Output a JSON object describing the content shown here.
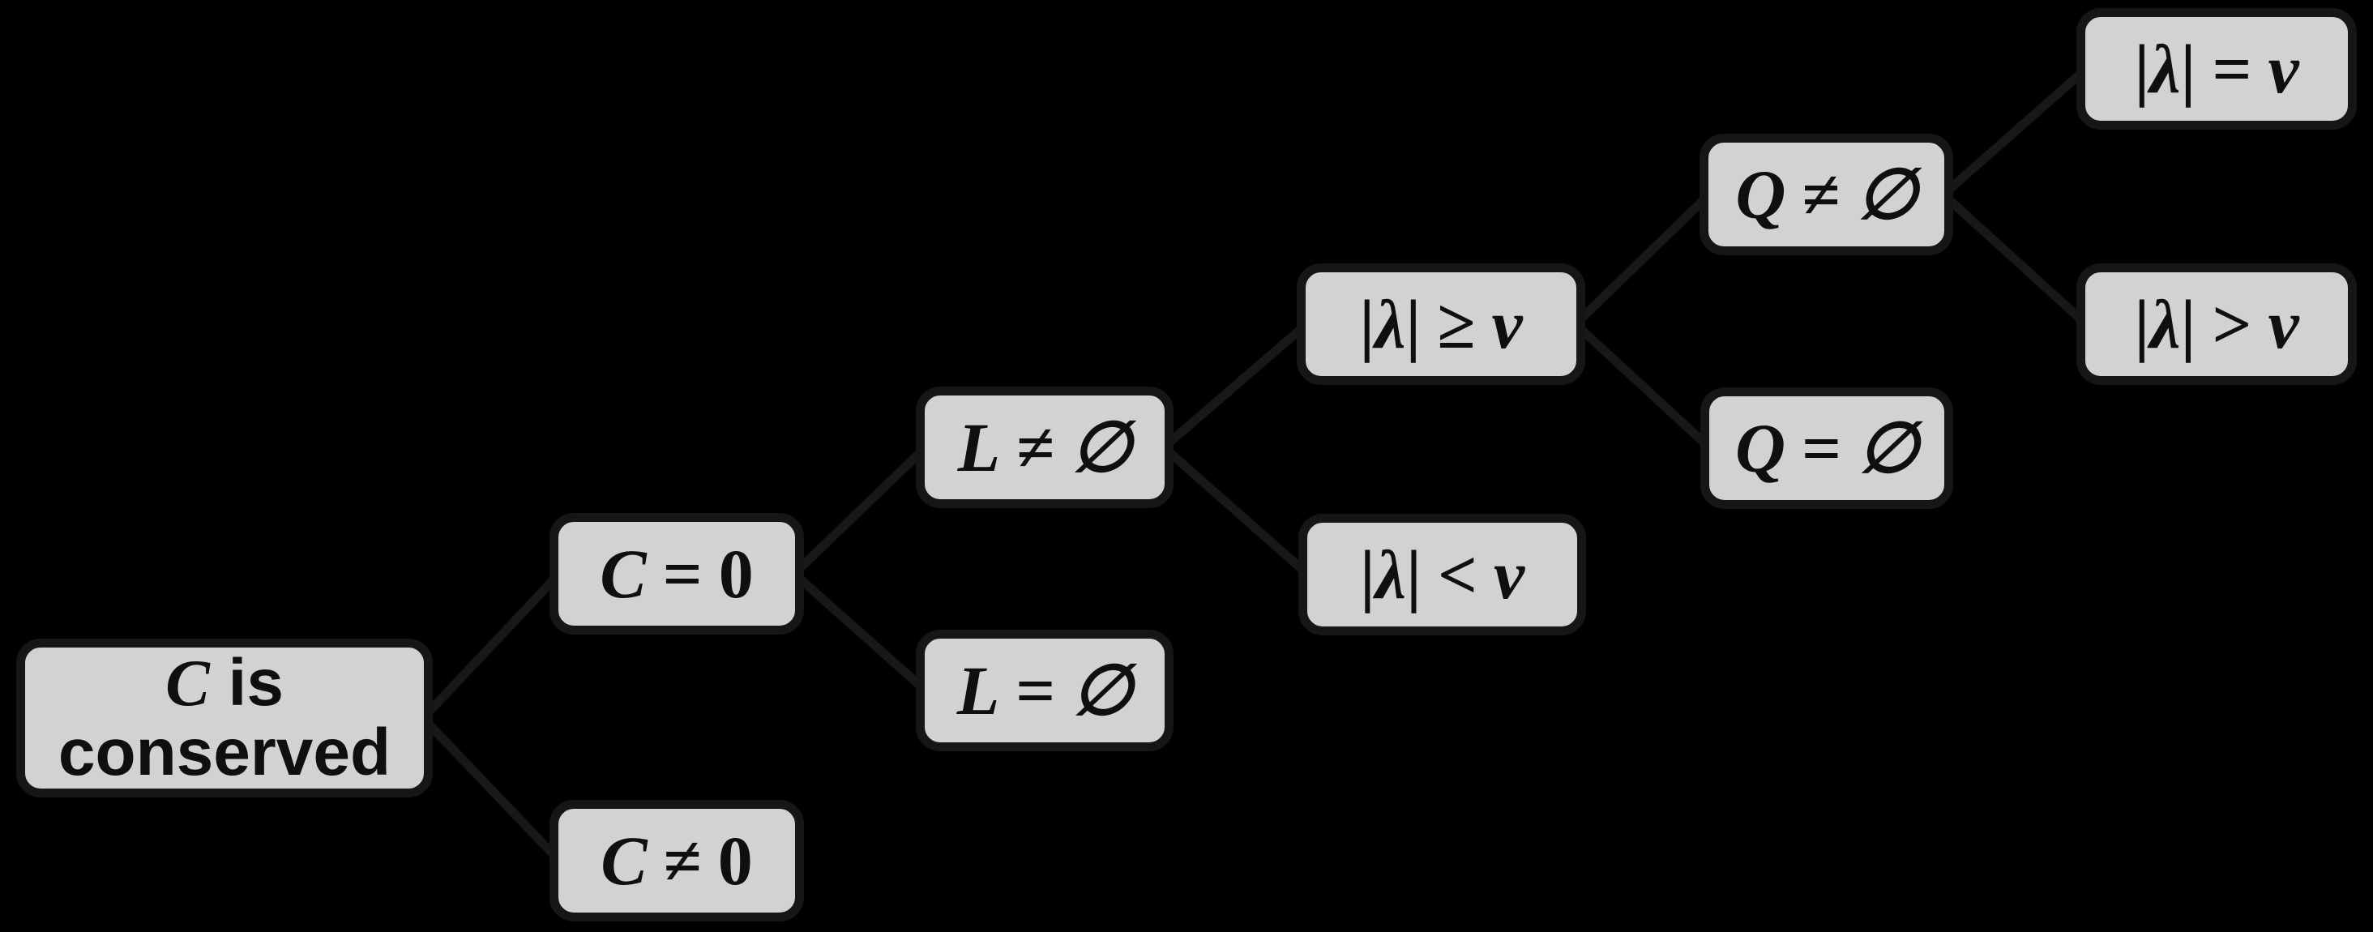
{
  "diagram": {
    "type": "binary-decision-tree",
    "orientation": "left-to-right"
  },
  "colors": {
    "background": "#000000",
    "node_fill": "#d3d1d1",
    "node_border": "#161616",
    "edge_line": "#181818",
    "text": "#0f0f0f"
  },
  "nodes": {
    "c_conserved": {
      "var": "C",
      "rest": " is",
      "line2": "conserved"
    },
    "c_eq_0": {
      "lhs": "C",
      "op": "=",
      "rhs": "0"
    },
    "c_neq_0": {
      "lhs": "C",
      "op": "≠",
      "rhs": "0"
    },
    "l_neq_empty": {
      "lhs": "L",
      "op": "≠",
      "rhs": "∅"
    },
    "l_eq_empty": {
      "lhs": "L",
      "op": "=",
      "rhs": "∅"
    },
    "lam_geq_nu": {
      "bar1": "|",
      "lam": "λ",
      "bar2": "|",
      "op": "≥",
      "rhs": "ν"
    },
    "lam_lt_nu": {
      "bar1": "|",
      "lam": "λ",
      "bar2": "|",
      "op": "<",
      "rhs": "ν"
    },
    "q_neq_empty": {
      "lhs": "Q",
      "op": "≠",
      "rhs": "∅"
    },
    "q_eq_empty": {
      "lhs": "Q",
      "op": "=",
      "rhs": "∅"
    },
    "lam_eq_nu": {
      "bar1": "|",
      "lam": "λ",
      "bar2": "|",
      "op": "=",
      "rhs": "ν"
    },
    "lam_gt_nu": {
      "bar1": "|",
      "lam": "λ",
      "bar2": "|",
      "op": ">",
      "rhs": "ν"
    }
  },
  "edges": [
    {
      "from": "c_conserved",
      "to": "c_eq_0"
    },
    {
      "from": "c_conserved",
      "to": "c_neq_0"
    },
    {
      "from": "c_eq_0",
      "to": "l_neq_empty"
    },
    {
      "from": "c_eq_0",
      "to": "l_eq_empty"
    },
    {
      "from": "l_neq_empty",
      "to": "lam_geq_nu"
    },
    {
      "from": "l_neq_empty",
      "to": "lam_lt_nu"
    },
    {
      "from": "lam_geq_nu",
      "to": "q_neq_empty"
    },
    {
      "from": "lam_geq_nu",
      "to": "q_eq_empty"
    },
    {
      "from": "q_neq_empty",
      "to": "lam_eq_nu"
    },
    {
      "from": "q_neq_empty",
      "to": "lam_gt_nu"
    }
  ]
}
